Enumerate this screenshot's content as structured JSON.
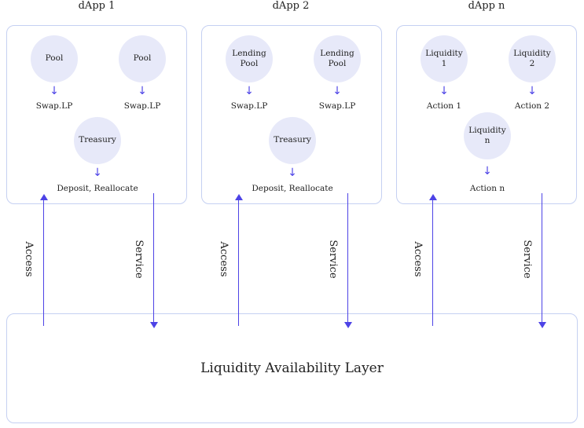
{
  "dapps": [
    {
      "title": "dApp 1",
      "top_circles": [
        {
          "label": "Pool",
          "action": "Swap.LP"
        },
        {
          "label": "Pool",
          "action": "Swap.LP"
        }
      ],
      "bottom_circle": {
        "label": "Treasury",
        "action": "Deposit, Reallocate"
      }
    },
    {
      "title": "dApp 2",
      "top_circles": [
        {
          "label": "Lending\nPool",
          "action": "Swap.LP"
        },
        {
          "label": "Lending\nPool",
          "action": "Swap.LP"
        }
      ],
      "bottom_circle": {
        "label": "Treasury",
        "action": "Deposit, Reallocate"
      }
    },
    {
      "title": "dApp n",
      "top_circles": [
        {
          "label": "Liquidity\n1",
          "action": "Action 1"
        },
        {
          "label": "Liquidity\n2",
          "action": "Action 2"
        }
      ],
      "bottom_circle": {
        "label": "Liquidity\nn",
        "action": "Action n"
      }
    }
  ],
  "connectors": {
    "access_label": "Access",
    "service_label": "Service"
  },
  "layer": {
    "label": "Liquidity Availability Layer"
  },
  "colors": {
    "arrow": "#4d43e6",
    "border": "#c5d0f2",
    "circle_fill": "#e7e9f9"
  }
}
